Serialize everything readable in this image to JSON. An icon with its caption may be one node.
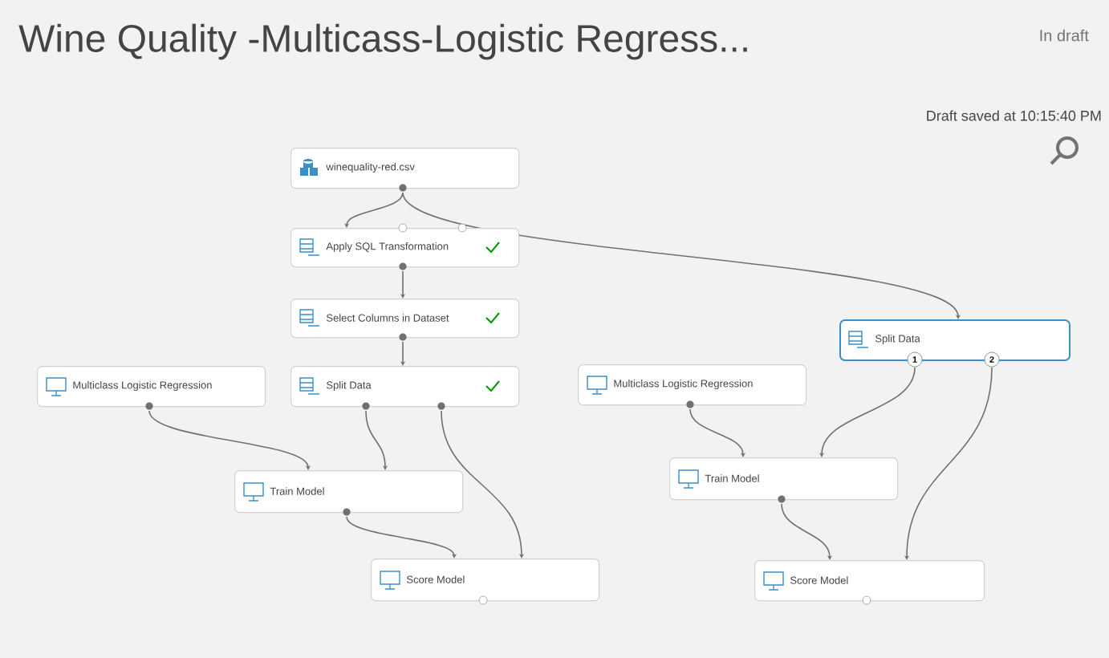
{
  "diagram": {
    "title": "Wine Quality -Multicass-Logistic Regress...",
    "nodes": [
      {
        "text": [
          "winequality-red.csv"
        ]
      },
      {
        "text": [
          "Apply SQL Transformation"
        ]
      },
      {
        "text": [
          "Select Columns in Dataset"
        ]
      },
      {
        "text": [
          "Split Data"
        ]
      },
      {
        "text": [
          "Multiclass Logistic Regression"
        ]
      },
      {
        "text": [
          "Train Model"
        ]
      },
      {
        "text": [
          "Score Model"
        ]
      },
      {
        "text": [
          "Split Data"
        ]
      },
      {
        "text": [
          "Multiclass Logistic Regression"
        ]
      },
      {
        "text": [
          "Train Model"
        ]
      },
      {
        "text": [
          "Score Model"
        ]
      }
    ],
    "edges": [
      {
        "from": 0,
        "to": 1,
        "arrow": "to"
      },
      {
        "from": 0,
        "to": 7,
        "arrow": "to"
      },
      {
        "from": 1,
        "to": 2,
        "arrow": "to"
      },
      {
        "from": 2,
        "to": 3,
        "arrow": "to"
      },
      {
        "from": 4,
        "to": 5,
        "arrow": "to"
      },
      {
        "from": 3,
        "to": 5,
        "arrow": "to"
      },
      {
        "from": 3,
        "to": 6,
        "arrow": "to"
      },
      {
        "from": 5,
        "to": 6,
        "arrow": "to"
      },
      {
        "from": 7,
        "to": 9,
        "arrow": "to"
      },
      {
        "from": 7,
        "to": 10,
        "arrow": "to"
      },
      {
        "from": 8,
        "to": 9,
        "arrow": "to"
      },
      {
        "from": 9,
        "to": 10,
        "arrow": "to"
      }
    ],
    "labels": [
      "In draft",
      "Draft saved at 10:15:40 PM",
      "1",
      "2"
    ]
  }
}
